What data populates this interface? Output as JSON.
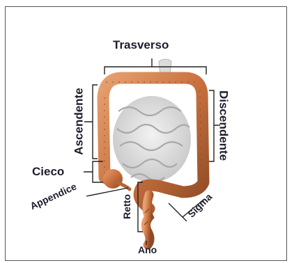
{
  "labels": {
    "trasverso": "Trasverso",
    "ascendente": "Ascendente",
    "discendente": "Discendente",
    "cieco": "Cieco",
    "appendice": "Appendice",
    "retto": "Retto",
    "sigma": "Sigma",
    "ano": "Ano"
  },
  "colors": {
    "colon": "#c9713e",
    "colon_dark": "#8e4a26",
    "small_intestine": "#d9d9d9",
    "bracket": "#222222",
    "text": "#1d1d2e"
  }
}
